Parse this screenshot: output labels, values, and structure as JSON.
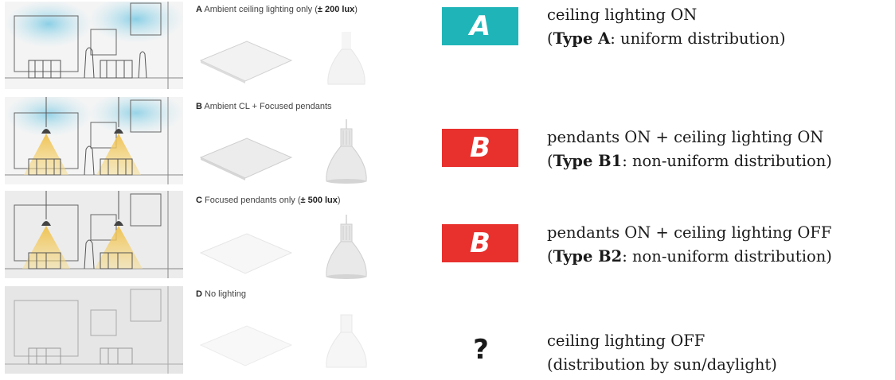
{
  "rows": [
    {
      "id": "A",
      "caption_letter": "A",
      "caption_text": "Ambient ceiling lighting only (",
      "caption_bold": "± 200 lux",
      "caption_tail": ")",
      "badge": "A",
      "badge_color": "#1fb5b8",
      "desc_line1": "ceiling lighting ON",
      "desc_line2_pre": "(",
      "desc_line2_bold": "Type A",
      "desc_line2_post": ": uniform distribution)"
    },
    {
      "id": "B1",
      "caption_letter": "B",
      "caption_text": "Ambient CL + Focused pendants",
      "caption_bold": "",
      "caption_tail": "",
      "badge": "B",
      "badge_color": "#e8302d",
      "desc_line1": "pendants ON + ceiling lighting ON",
      "desc_line2_pre": "(",
      "desc_line2_bold": "Type B1",
      "desc_line2_post": ": non-uniform distribution)"
    },
    {
      "id": "B2",
      "caption_letter": "C",
      "caption_text": "Focused pendants only (",
      "caption_bold": "± 500 lux",
      "caption_tail": ")",
      "badge": "B",
      "badge_color": "#e8302d",
      "desc_line1": "pendants ON + ceiling lighting OFF",
      "desc_line2_pre": "(",
      "desc_line2_bold": "Type B2",
      "desc_line2_post": ": non-uniform distribution)"
    },
    {
      "id": "none",
      "caption_letter": "D",
      "caption_text": "No lighting",
      "caption_bold": "",
      "caption_tail": "",
      "badge": "?",
      "badge_color": "",
      "desc_line1": "ceiling lighting OFF",
      "desc_line2_pre": "(distribution by sun/daylight)",
      "desc_line2_bold": "",
      "desc_line2_post": ""
    }
  ],
  "colors": {
    "teal": "#1fb5b8",
    "red": "#e8302d",
    "ceiling_glow": "#9fd8ea",
    "pendant_beam": "#f0c04a"
  }
}
